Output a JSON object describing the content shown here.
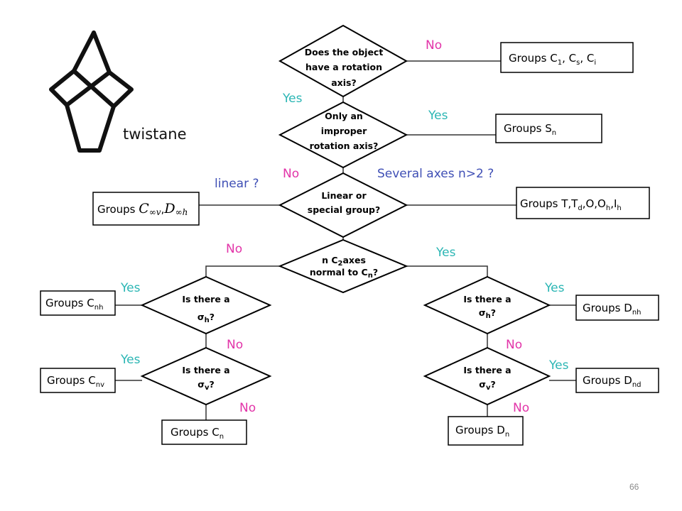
{
  "molecule": {
    "label": "twistane"
  },
  "questions": {
    "q1": [
      "Does the object",
      "have a rotation",
      "axis?"
    ],
    "q2": [
      "Only an",
      "improper",
      "rotation axis?"
    ],
    "q3": [
      "Linear or",
      "special group?"
    ],
    "q4a": "n C",
    "q4b": "2",
    "q4c": "axes",
    "q4d": "normal to C",
    "q4e": "n",
    "q4f": "?",
    "q5a": "Is there a",
    "q5b": "σ",
    "q5c": "h",
    "q5d": "?",
    "q6a": "Is there a",
    "q6b": "σ",
    "q6c": "v",
    "q6d": "?",
    "q7a": "Is there a",
    "q7b": "σ",
    "q7c": "h",
    "q7d": "?",
    "q8a": "Is there a",
    "q8b": "σ",
    "q8c": "v",
    "q8d": "?"
  },
  "boxes": {
    "c1cs": {
      "pre": "Groups C",
      "s1": "1",
      "m1": ", C",
      "s2": "s",
      "m2": ", C",
      "s3": "i"
    },
    "sn": {
      "pre": "Groups S",
      "s1": "n"
    },
    "linear": {
      "pre": "Groups ",
      "sym1": "C",
      "sub1": "∞v",
      "sep": ",",
      "sym2": "D",
      "sub2": "∞h"
    },
    "special": {
      "pre": "Groups T,T",
      "s1": "d",
      "m1": ",O,O",
      "s2": "h",
      "m2": ",I",
      "s3": "h"
    },
    "cnh": {
      "pre": "Groups C",
      "s1": "nh"
    },
    "cnv": {
      "pre": "Groups C",
      "s1": "nv"
    },
    "cn": {
      "pre": "Groups C",
      "s1": "n"
    },
    "dnh": {
      "pre": "Groups D",
      "s1": "nh"
    },
    "dnd": {
      "pre": "Groups D",
      "s1": "nd"
    },
    "dn": {
      "pre": "Groups D",
      "s1": "n"
    }
  },
  "labels": {
    "no1": "No",
    "yes1": "Yes",
    "yes2": "Yes",
    "no2": "No",
    "linear": "linear ?",
    "several": "Several axes n>2 ?",
    "no3": "No",
    "yes3": "Yes",
    "yes4": "Yes",
    "no4": "No",
    "yes5": "Yes",
    "no5": "No",
    "yes6": "Yes",
    "no6": "No",
    "yes7": "Yes",
    "no7": "No"
  },
  "page_number": "66"
}
